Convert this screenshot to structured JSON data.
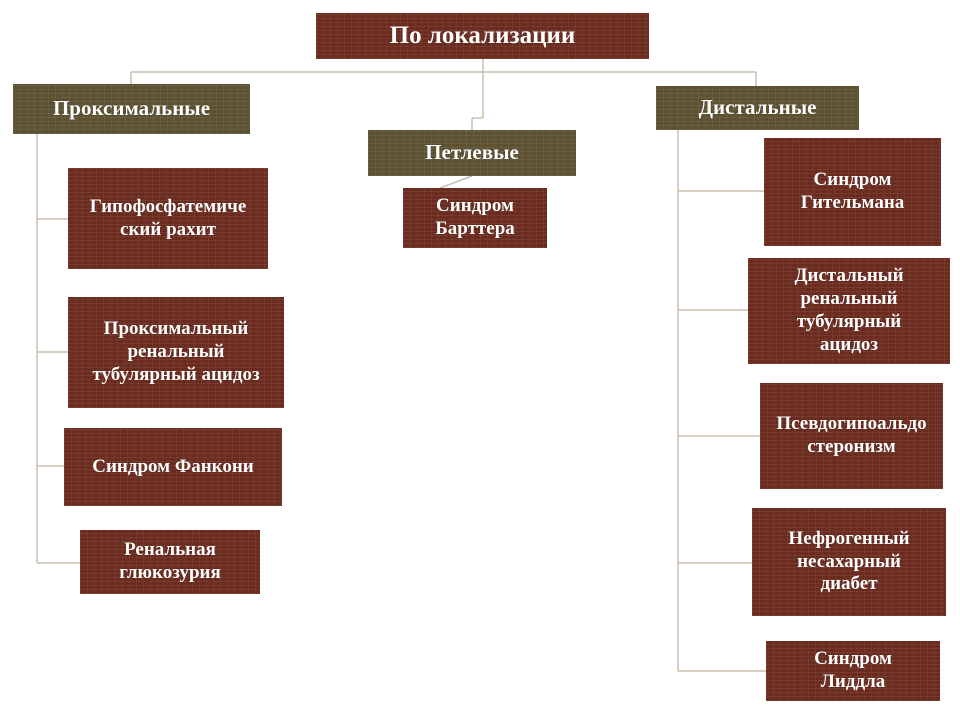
{
  "colors": {
    "root": "#6b2b1e",
    "category": "#5c5131",
    "item": "#6b2b1e",
    "connector": "#c8bfae"
  },
  "root": {
    "label": "По локализации"
  },
  "categories": {
    "proximal": {
      "label": "Проксимальные",
      "items": [
        "Гипофосфатемиче\nский рахит",
        "Проксимальный\nренальный\nтубулярный ацидоз",
        "Синдром Фанкони",
        "Ренальная\nглюкозурия"
      ]
    },
    "loop": {
      "label": "Петлевые",
      "items": [
        "Синдром\nБарттера"
      ]
    },
    "distal": {
      "label": "Дистальные",
      "items": [
        "Синдром\nГительмана",
        "Дистальный\nренальный\nтубулярный\nацидоз",
        "Псевдогипоальдо\nстеронизм",
        "Нефрогенный\nнесахарный\nдиабет",
        "Синдром\nЛиддла"
      ]
    }
  }
}
